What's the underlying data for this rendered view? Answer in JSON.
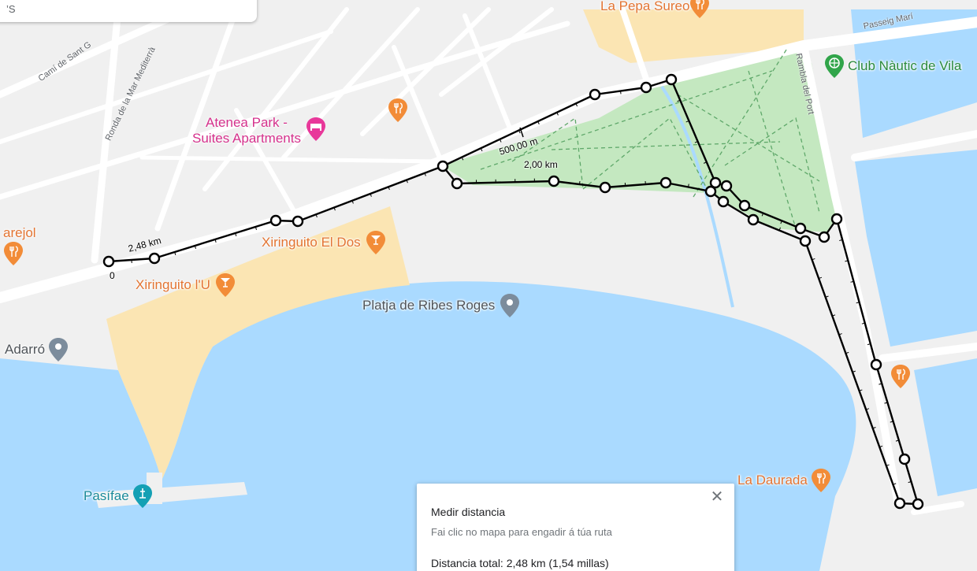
{
  "search": {
    "partial_text": "’S"
  },
  "map_labels": {
    "pois": [
      {
        "name": "La Pepa Sureo",
        "kind": "restaurant"
      },
      {
        "name": "Club Nàutic de Vila",
        "kind": "marina"
      },
      {
        "name": "Atenea Park -",
        "name2": "Suites Apartments",
        "kind": "hotel"
      },
      {
        "name": "Xiringuito El Dos",
        "kind": "bar"
      },
      {
        "name": "Xiringuito l'U",
        "kind": "bar"
      },
      {
        "name": "Platja de Ribes Roges",
        "kind": "beach"
      },
      {
        "name": "Adarró",
        "kind": "place"
      },
      {
        "name": "Pasífae",
        "kind": "landmark"
      },
      {
        "name": "La Daurada",
        "kind": "restaurant"
      },
      {
        "name": "arejol",
        "kind": "restaurant"
      }
    ],
    "streets": {
      "cami": "Camí de Sant G",
      "ronda": "Ronda de la Mar Mediterrà",
      "passeig": "Passeig Marí",
      "rambla": "Rambla del Port"
    }
  },
  "measure_labels": {
    "start": "0",
    "m500": "500,00 m",
    "km2": "2,00 km",
    "total_marker": "2,48 km"
  },
  "panel": {
    "title": "Medir distancia",
    "hint": "Fai clic no mapa para engadir á túa ruta",
    "total": "Distancia total: 2,48 km (1,54 millas)",
    "close_symbol": "✕"
  },
  "colors": {
    "water": "#aadaff",
    "land": "#f0f0f0",
    "park": "#c4e8c0",
    "beach": "#fbe5b3",
    "road": "#ffffff",
    "route": "#000000",
    "poi_orange": "#f28c38",
    "poi_pink": "#e8389a",
    "poi_gray": "#7c8c9c",
    "poi_green": "#31a54a"
  }
}
